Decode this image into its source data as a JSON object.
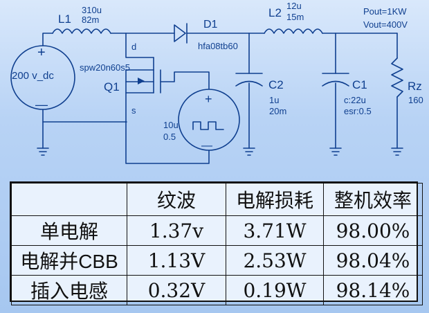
{
  "diagram": {
    "source_label": "200 v_dc",
    "source_plus": "+",
    "source_minus": "—",
    "l1": {
      "name": "L1",
      "value1": "310u",
      "value2": "82m"
    },
    "d1": {
      "name": "D1",
      "part": "hfa08tb60"
    },
    "l2": {
      "name": "L2",
      "value1": "12u",
      "value2": "15m"
    },
    "switch": {
      "part": "spw20n60s5",
      "name": "Q1",
      "drain": "d",
      "source": "s"
    },
    "pulse": {
      "value1": "10u",
      "value2": "0.5",
      "plus": "+",
      "minus": "—"
    },
    "c2": {
      "name": "C2",
      "value1": "1u",
      "value2": "20m"
    },
    "c1": {
      "name": "C1",
      "value1": "c:22u",
      "value2": "esr:0.5"
    },
    "rz": {
      "name": "Rz",
      "value": "160"
    },
    "summary": {
      "line1": "Pout=1KW",
      "line2": "Vout=400V"
    }
  },
  "table": {
    "headers": [
      "",
      "纹波",
      "电解损耗",
      "整机效率"
    ],
    "rows": [
      [
        "单电解",
        "1.37v",
        "3.71W",
        "98.00%"
      ],
      [
        "电解并CBB",
        "1.13V",
        "2.53W",
        "98.04%"
      ],
      [
        "插入电感",
        "0.32V",
        "0.19W",
        "98.14%"
      ]
    ]
  }
}
